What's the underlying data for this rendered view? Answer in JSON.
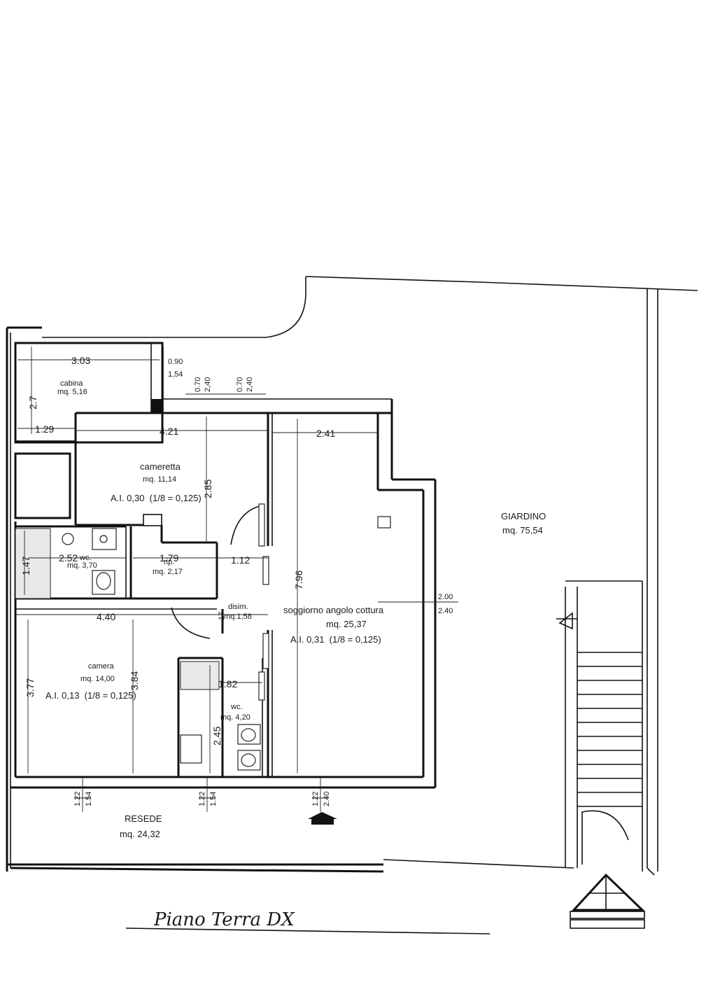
{
  "drawing_title": "Piano Terra DX",
  "rooms": {
    "cabina": {
      "name": "cabina",
      "area": "mq. 5,16"
    },
    "cameretta": {
      "name": "cameretta",
      "area": "mq. 11,14",
      "ai": "A.I. 0,30  (1/8 = 0,125)"
    },
    "rip": {
      "name": "rip.",
      "area": "mq. 2,17"
    },
    "wc1": {
      "name": "wc.",
      "area": "mq. 3,70"
    },
    "disim": {
      "name": "disim.",
      "area": "mq.1,58"
    },
    "soggiorno": {
      "name": "soggiorno angolo cottura",
      "area": "mq. 25,37",
      "ai": "A.I. 0,31  (1/8 = 0,125)"
    },
    "camera": {
      "name": "camera",
      "area": "mq. 14,00",
      "ai": "A.I. 0,13  (1/8 = 0,125)"
    },
    "wc2": {
      "name": "wc.",
      "area": "mq. 4,20"
    },
    "giardino": {
      "name": "GIARDINO",
      "area": "mq. 75,54"
    },
    "resede": {
      "name": "RESEDE",
      "area": "mq. 24,32"
    }
  },
  "dimensions": {
    "d303": "3.03",
    "d27": "2.7",
    "d090": "0.90",
    "d154a": "1,54",
    "d070a": "0.70",
    "d240a": "2,40",
    "d070b": "0.70",
    "d240b": "2,40",
    "d129": "1.29",
    "d421": "4.21",
    "d241": "2.41",
    "d285": "2.85",
    "d147": "1.47",
    "d252": "2.52",
    "d179": "1.79",
    "d112": "1.12",
    "d796": "7.96",
    "d17": "17",
    "d200": "2.00",
    "d240c": "2.40",
    "d440": "4.40",
    "d377": "3.77",
    "d384": "3.84",
    "d182": "1.82",
    "d245": "2.45",
    "w1_top": "1.22",
    "w1_bot": "1.54",
    "w2_top": "1.22",
    "w2_bot": "1.54",
    "w3_top": "1.22",
    "w3_bot": "2.40"
  }
}
